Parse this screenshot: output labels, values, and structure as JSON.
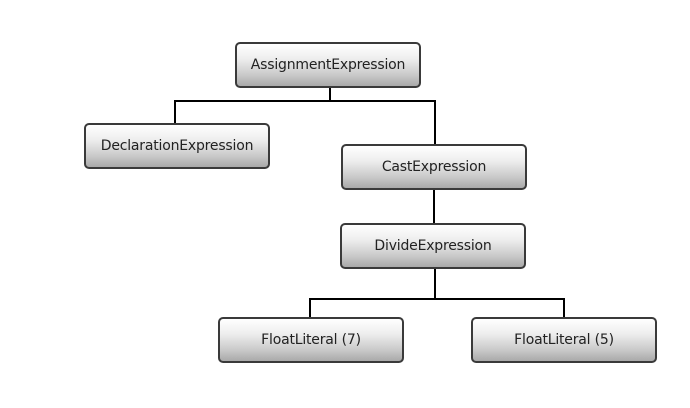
{
  "diagram": {
    "type": "tree",
    "nodes": [
      {
        "id": "assign",
        "label": "AssignmentExpression"
      },
      {
        "id": "decl",
        "label": "DeclarationExpression"
      },
      {
        "id": "cast",
        "label": "CastExpression"
      },
      {
        "id": "divide",
        "label": "DivideExpression"
      },
      {
        "id": "float7",
        "label": "FloatLiteral (7)"
      },
      {
        "id": "float5",
        "label": "FloatLiteral (5)"
      }
    ],
    "edges": [
      {
        "from": "assign",
        "to": "decl"
      },
      {
        "from": "assign",
        "to": "cast"
      },
      {
        "from": "cast",
        "to": "divide"
      },
      {
        "from": "divide",
        "to": "float7"
      },
      {
        "from": "divide",
        "to": "float5"
      }
    ]
  }
}
